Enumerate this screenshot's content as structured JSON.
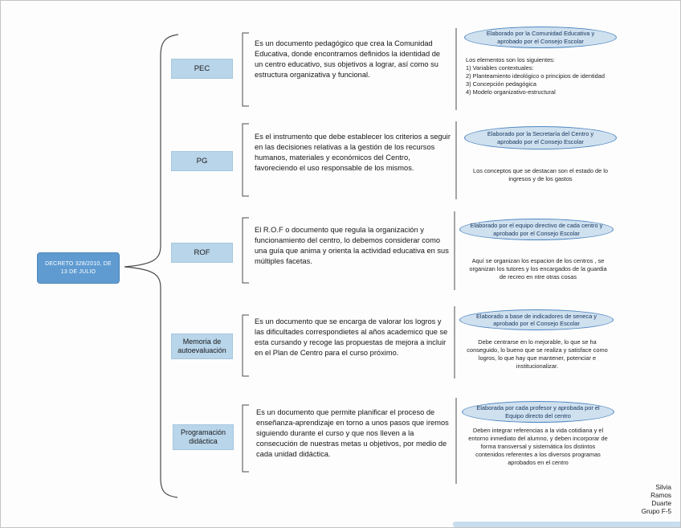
{
  "root": {
    "label": "DECRETO 328/2010, DE\n13 DE JULIO"
  },
  "branches": [
    {
      "label": "PEC",
      "description": "Es un documento pedagógico que crea la Comunidad Educativa, donde encontramos definidos la identidad de un centro educativo, sus objetivos a lograr, así como su estructura organizativa y funcional.",
      "bubble": "Elaborado por la Comunidad Educativa y aprobado por el Consejo Escolar",
      "detail": "Los elementos son los siguientes:\n1) Variables contextuales:\n2) Planteamiento ideológico o principios de identidad\n3) Concepción pedagógica\n4) Modelo organizativo-estructural"
    },
    {
      "label": "PG",
      "description": "Es el instrumento que debe establecer los criterios a seguir en las decisiones relativas a la gestión de los recursos humanos, materiales y económicos del Centro, favoreciendo el uso responsable de los mismos.",
      "bubble": "Elaborado por la Secretaría del Centro y aprobado por el Consejo Escolar",
      "detail": "Los conceptos que se destacan son el estado de lo ingresos y de los gastos"
    },
    {
      "label": "ROF",
      "description": "El R.O.F o documento que regula la organización y funcionamiento del centro, lo debemos considerar como una guía que anima y orienta la actividad educativa en sus múltiples facetas.",
      "bubble": "Elaborado por el equipo directivo de cada centro y aprobado por el Consejo Escolar",
      "detail": "Aquí se organizan los espacion de los centros , se organizan los tutores y los encargados de la guardia de recreo en ntre otras cosas"
    },
    {
      "label": "Memoria de autoevaluación",
      "description": "Es un documento que se encarga de valorar los logros y las dificultades correspondietes al años academico que se esta cursando y recoge las propuestas de mejora a incluir en el Plan de Centro para el curso próximo.",
      "bubble": "Elaborado a base de indicadores de seneca y aprobado por el Consejo Escolar",
      "detail": "Debe centrarse en lo mejorable, lo que se ha conseguido, lo bueno que se realiza y satisface como logros, lo que hay que mantener, potenciar e institucionalizar."
    },
    {
      "label": "Programación didáctica",
      "description": "Es un documento que permite planificar el proceso de enseñanza-aprendizaje en torno a unos pasos que iremos siguiendo durante el curso y que nos lleven a la consecución de nuestras metas u objetivos, por medio de cada unidad didáctica.",
      "bubble": "Elaborada por cada profesor y aprobada por el Equipo directo del centro",
      "detail": "Deben integrar referencias a la vida cotidiana y el entorno inmediato del alumno, y deben incorporar de forma transversal y sistemática los distintos contenidos referentes a los diversos programas aprobados en el centro"
    }
  ],
  "signature": [
    "Silvia",
    "Ramos",
    "Duarte",
    "Grupo F-5"
  ],
  "colors": {
    "root_fill": "#5f9bd1",
    "label_fill": "#b9d5ea",
    "bubble_fill": "#cfe0ef",
    "bubble_stroke": "#4e87c1",
    "line": "#4a4a4a"
  }
}
